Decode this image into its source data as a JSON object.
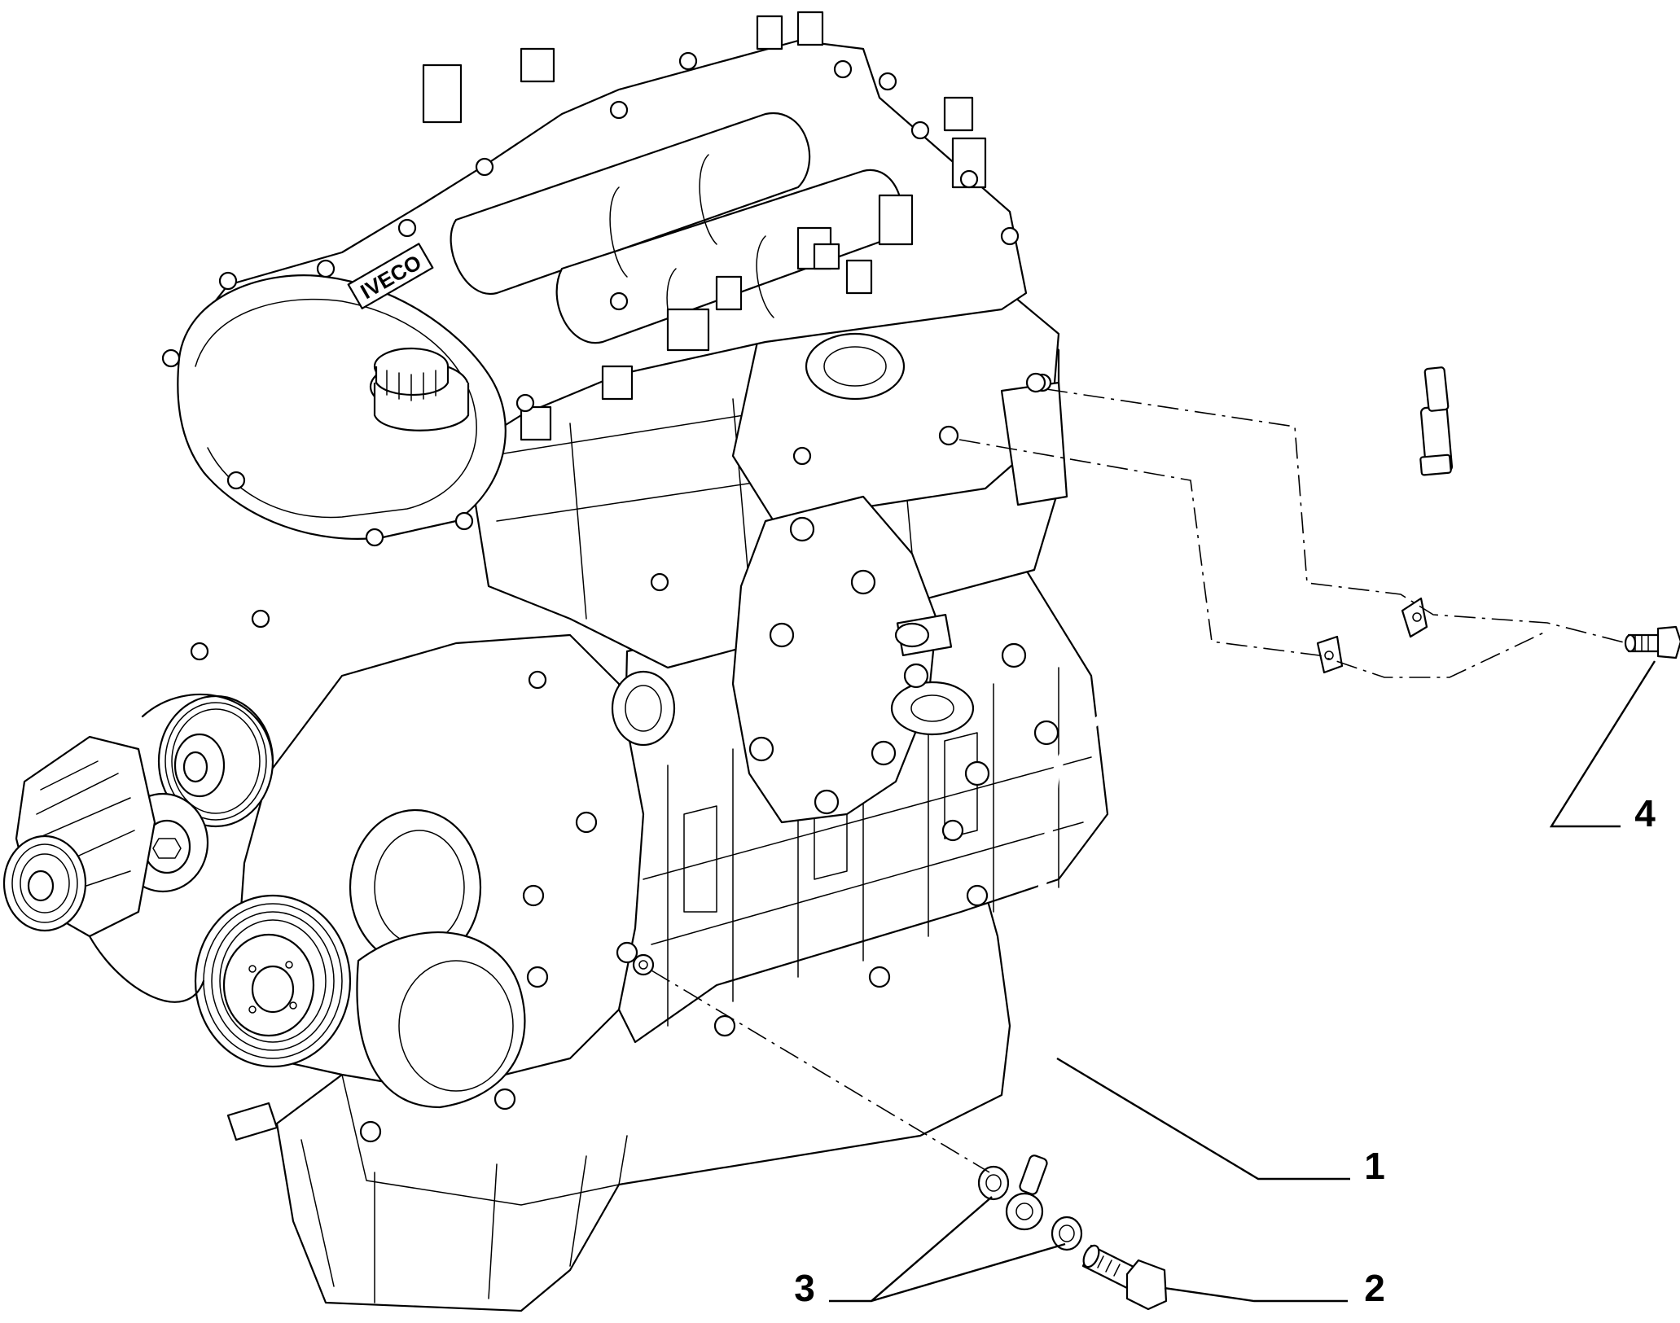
{
  "diagram": {
    "logo_text": "IVECO",
    "callouts": [
      {
        "id": "1",
        "label": "1"
      },
      {
        "id": "2",
        "label": "2"
      },
      {
        "id": "3",
        "label": "3"
      },
      {
        "id": "4",
        "label": "4"
      }
    ]
  }
}
